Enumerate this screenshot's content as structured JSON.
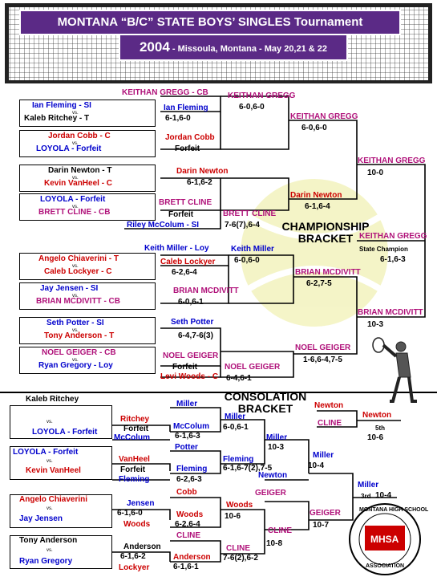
{
  "banner": {
    "title": "MONTANA “B/C”  STATE BOYS’ SINGLES  Tournament",
    "year": "2004",
    "location": " - Missoula, Montana - May 20,21 & 22"
  },
  "championship": {
    "heading_1": "CHAMPIONSHIP",
    "heading_2": "BRACKET",
    "first_round": [
      {
        "a": "Ian Fleming - SI",
        "b": "Kaleb Ritchey - T"
      },
      {
        "a": "Jordan Cobb - C",
        "b": "LOYOLA - Forfeit"
      },
      {
        "a": "Darin Newton - T",
        "b": "Kevin VanHeel - C"
      },
      {
        "a": "LOYOLA - Forfeit",
        "b": "BRETT CLINE - CB"
      },
      {
        "a": "Angelo Chiaverini - T",
        "b": "Caleb Lockyer - C"
      },
      {
        "a": "Jay Jensen - SI",
        "b": "BRIAN MCDIVITT - CB"
      },
      {
        "a": "Seth Potter - SI",
        "b": "Tony Anderson - T"
      },
      {
        "a": "NOEL GEIGER - CB",
        "b": "Ryan Gregory - Loy"
      }
    ],
    "seeds": {
      "gregg": "KEITHAN GREGG - CB",
      "mcColum": "Riley McColum - SI",
      "miller": "Keith Miller - Loy",
      "woods": "Levi Woods - C"
    },
    "r1_winners": [
      {
        "name": "Ian Fleming",
        "score": "6-1,6-0"
      },
      {
        "name": "Jordan Cobb",
        "score": "Forfeit"
      },
      {
        "name": "Darin Newton",
        "score": "6-1,6-2"
      },
      {
        "name": "BRETT CLINE",
        "score": "Forfeit"
      },
      {
        "name": "Caleb Lockyer",
        "score": "6-2,6-4"
      },
      {
        "name": "BRIAN MCDIVITT",
        "score": "6-0,6-1"
      },
      {
        "name": "Seth Potter",
        "score": "6-4,7-6(3)"
      },
      {
        "name": "NOEL GEIGER",
        "score": "Forfeit"
      }
    ],
    "r2_winners": [
      {
        "name": "KEITHAN GREGG",
        "score": "6-0,6-0"
      },
      {
        "name": "BRETT CLINE",
        "score": "7-6(7),6-4"
      },
      {
        "name": "Keith Miller",
        "score": "6-0,6-0"
      },
      {
        "name": "NOEL GEIGER",
        "score": "6-4,6-1"
      }
    ],
    "qf_winners": [
      {
        "name": "KEITHAN GREGG",
        "score": "6-0,6-0"
      },
      {
        "name": "Darin Newton",
        "score": "6-1,6-4"
      },
      {
        "name": "BRIAN MCDIVITT",
        "score": "6-2,7-5"
      },
      {
        "name": "NOEL GEIGER",
        "score": "1-6,6-4,7-5"
      }
    ],
    "sf_winners": [
      {
        "name": "KEITHAN GREGG",
        "score": "10-0"
      },
      {
        "name": "BRIAN MCDIVITT",
        "score": "10-3"
      }
    ],
    "champion": {
      "name": "KEITHAN GREGG",
      "label": "State Champion",
      "score": "6-1,6-3"
    }
  },
  "consolation": {
    "heading_1": "CONSOLATION",
    "heading_2": "BRACKET",
    "first_round": [
      {
        "a": "Kaleb Ritchey",
        "b": "LOYOLA - Forfeit"
      },
      {
        "a": "LOYOLA - Forfeit",
        "b": "Kevin VanHeel"
      },
      {
        "a": "Angelo Chiaverini",
        "b": "Jay Jensen"
      },
      {
        "a": "Tony Anderson",
        "b": "Ryan Gregory"
      }
    ],
    "r1": [
      {
        "name": "Ritchey",
        "score": "Forfeit",
        "opp": "McColum"
      },
      {
        "name": "VanHeel",
        "score": "Forfeit",
        "opp": "Fleming"
      },
      {
        "name": "Jensen",
        "score": "6-1,6-0",
        "opp": "Woods"
      },
      {
        "name": "Anderson",
        "score": "6-1,6-2",
        "opp": "Lockyer"
      }
    ],
    "r2": [
      {
        "top": "Miller",
        "name": "McColum",
        "score": "6-1,6-3"
      },
      {
        "top": "Potter",
        "name": "Fleming",
        "score": "6-2,6-3"
      },
      {
        "top": "Cobb",
        "name": "Woods",
        "score": "6-2,6-4"
      },
      {
        "top": "CLINE",
        "name": "Anderson",
        "score": "6-1,6-1"
      }
    ],
    "r3": [
      {
        "name": "Miller",
        "score": "6-0,6-1"
      },
      {
        "name": "Fleming",
        "score": "6-1,6-7(2),7-5"
      },
      {
        "name": "Woods",
        "score": "10-6"
      },
      {
        "name": "CLINE",
        "score": "7-6(2),6-2"
      }
    ],
    "qf": [
      {
        "name": "Miller",
        "score": "10-3"
      },
      {
        "name": "Newton",
        "score": ""
      },
      {
        "name": "GEIGER",
        "score": ""
      },
      {
        "name": "CLINE",
        "score": "10-8"
      }
    ],
    "sf": [
      {
        "name": "Miller",
        "score": "10-4"
      },
      {
        "name": "GEIGER",
        "score": "10-7"
      }
    ],
    "third": {
      "name": "Miller",
      "label": "3rd",
      "score": "10-4"
    },
    "fifth": {
      "top": "Newton",
      "bottom": "CLINE",
      "name": "Newton",
      "label": "5th",
      "score": "10-6"
    }
  },
  "vs_label": "vs.",
  "logo": {
    "text_top": "MONTANA HIGH SCHOOL",
    "text_mid": "MHSA",
    "text_bottom": "ASSOCIATION"
  }
}
